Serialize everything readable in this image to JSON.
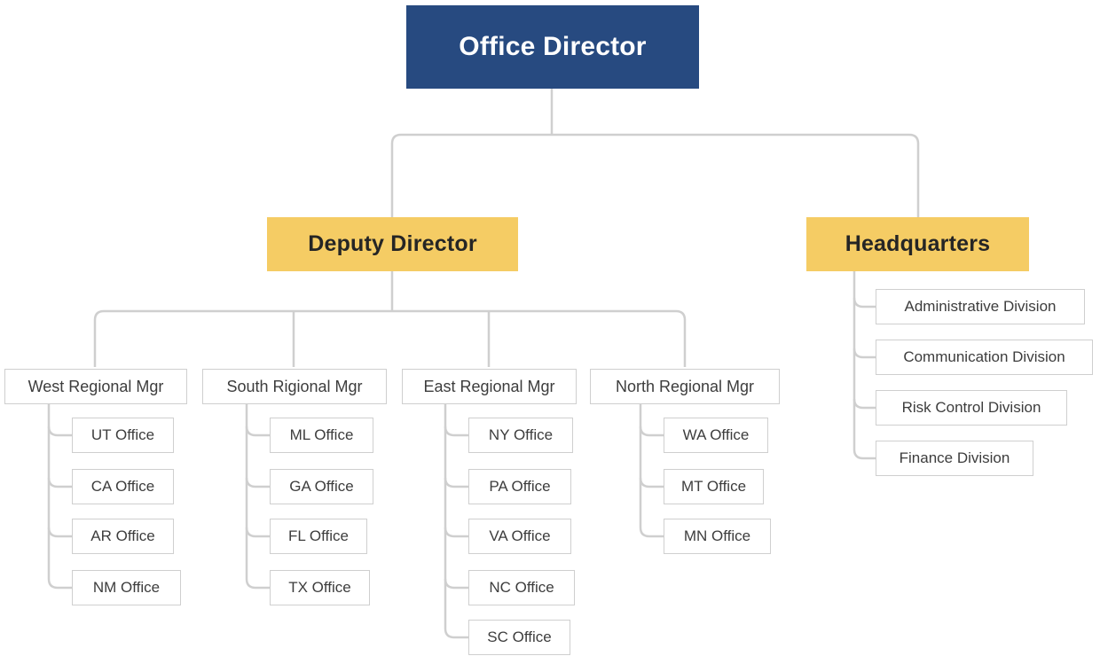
{
  "chart_data": {
    "type": "diagram",
    "diagram_type": "organization-chart",
    "title": "Office Director Organization Chart",
    "orientation": "top-down-with-left-aligned-leaves",
    "colors": {
      "root_fill": "#274A80",
      "root_text": "#FFFFFF",
      "level2_fill": "#F5CC64",
      "level2_text": "#252525",
      "leaf_fill": "#FFFFFF",
      "leaf_text": "#3D3D3D",
      "leaf_border": "#CFCFCF",
      "connector": "#CFCFCF"
    },
    "levels": 4,
    "node_count": 26
  },
  "root": {
    "label": "Office Director"
  },
  "level2": {
    "deputy": {
      "label": "Deputy Director"
    },
    "headquarters": {
      "label": "Headquarters"
    }
  },
  "regions": [
    {
      "label": "West Regional Mgr",
      "offices": [
        {
          "label": "UT Office"
        },
        {
          "label": "CA Office"
        },
        {
          "label": "AR Office"
        },
        {
          "label": "NM Office"
        }
      ]
    },
    {
      "label": "South Rigional Mgr",
      "offices": [
        {
          "label": "ML Office"
        },
        {
          "label": "GA Office"
        },
        {
          "label": "FL Office"
        },
        {
          "label": "TX Office"
        }
      ]
    },
    {
      "label": "East Regional Mgr",
      "offices": [
        {
          "label": "NY Office"
        },
        {
          "label": "PA Office"
        },
        {
          "label": "VA Office"
        },
        {
          "label": "NC Office"
        },
        {
          "label": "SC Office"
        }
      ]
    },
    {
      "label": "North Regional Mgr",
      "offices": [
        {
          "label": "WA Office"
        },
        {
          "label": "MT Office"
        },
        {
          "label": "MN Office"
        }
      ]
    }
  ],
  "divisions": [
    {
      "label": "Administrative Division"
    },
    {
      "label": "Communication Division"
    },
    {
      "label": "Risk Control Division"
    },
    {
      "label": "Finance Division"
    }
  ]
}
